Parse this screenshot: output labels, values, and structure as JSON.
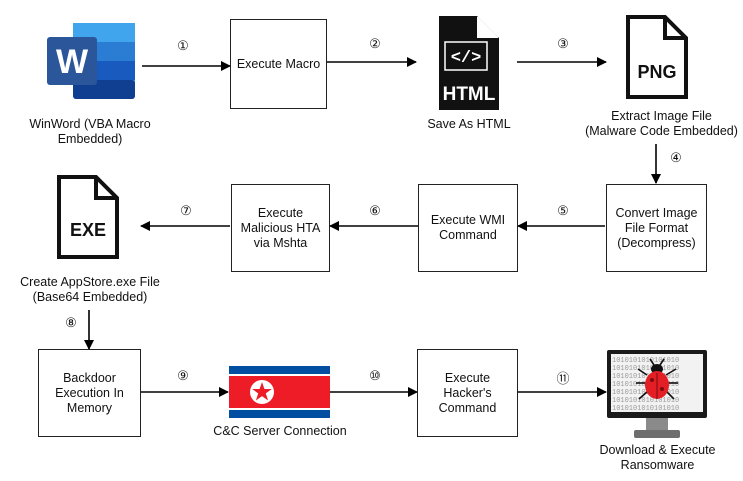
{
  "steps": {
    "execute_macro": "Execute Macro",
    "execute_hta": "Execute\nMalicious HTA\nvia Mshta",
    "execute_wmi": "Execute WMI\nCommand",
    "convert_image": "Convert Image\nFile Format\n(Decompress)",
    "backdoor": "Backdoor\nExecution In\nMemory",
    "execute_command": "Execute\nHacker's\nCommand"
  },
  "captions": {
    "winword": "WinWord (VBA Macro Embedded)",
    "save_html": "Save As HTML",
    "extract_image": "Extract Image File\n(Malware Code Embedded)",
    "create_exe": "Create AppStore.exe File\n(Base64 Embedded)",
    "cnc": "C&C Server Connection",
    "download": "Download & Execute\nRansomware"
  },
  "numbers": [
    "①",
    "②",
    "③",
    "④",
    "⑤",
    "⑥",
    "⑦",
    "⑧",
    "⑨",
    "⑩",
    "⑪"
  ],
  "icons": {
    "word_letter": "W",
    "html_tag": "</>",
    "html_label": "HTML",
    "png_label": "PNG",
    "exe_label": "EXE",
    "binary_text": "1010101010101010"
  },
  "colors": {
    "word_blue": "#2b579a",
    "flag_blue": "#024fa2",
    "flag_red": "#ed1c27",
    "bug_red": "#e31e24",
    "monitor_gray": "#8a8a8a"
  }
}
